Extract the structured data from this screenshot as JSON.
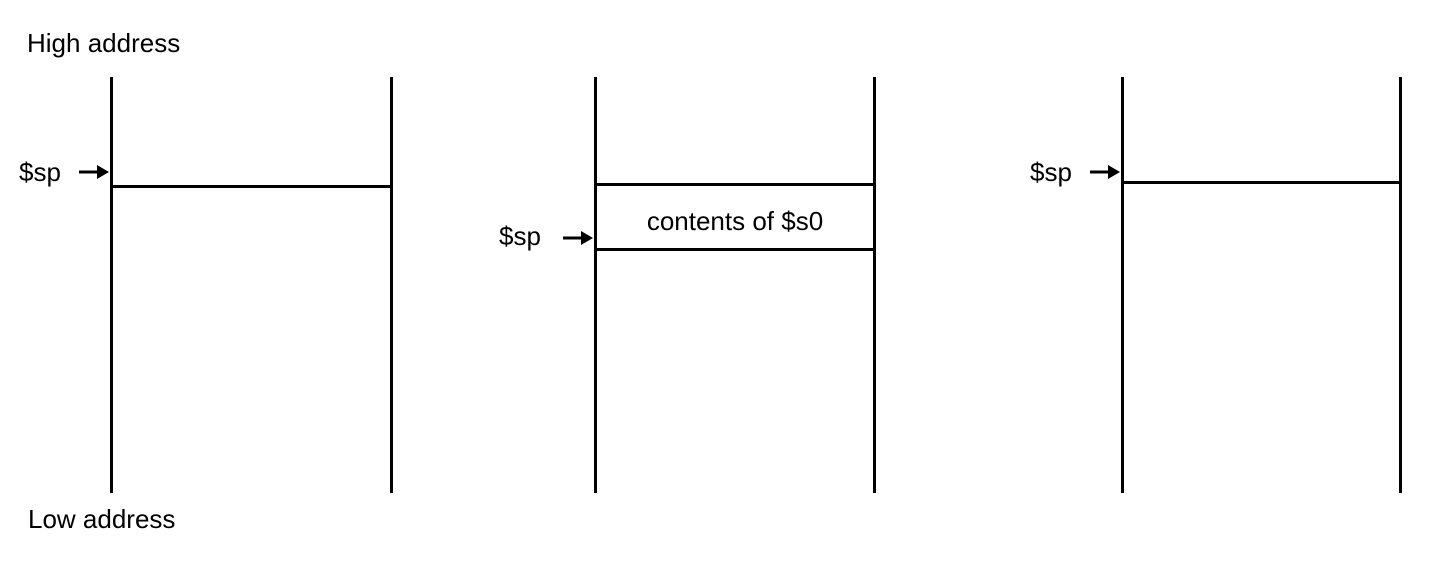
{
  "labels": {
    "high_address": "High address",
    "low_address": "Low address"
  },
  "stacks": [
    {
      "sp_label": "$sp",
      "cells": []
    },
    {
      "sp_label": "$sp",
      "cells": [
        {
          "text": "contents of $s0"
        }
      ]
    },
    {
      "sp_label": "$sp",
      "cells": []
    }
  ],
  "colors": {
    "line": "#000000",
    "background": "#ffffff"
  }
}
